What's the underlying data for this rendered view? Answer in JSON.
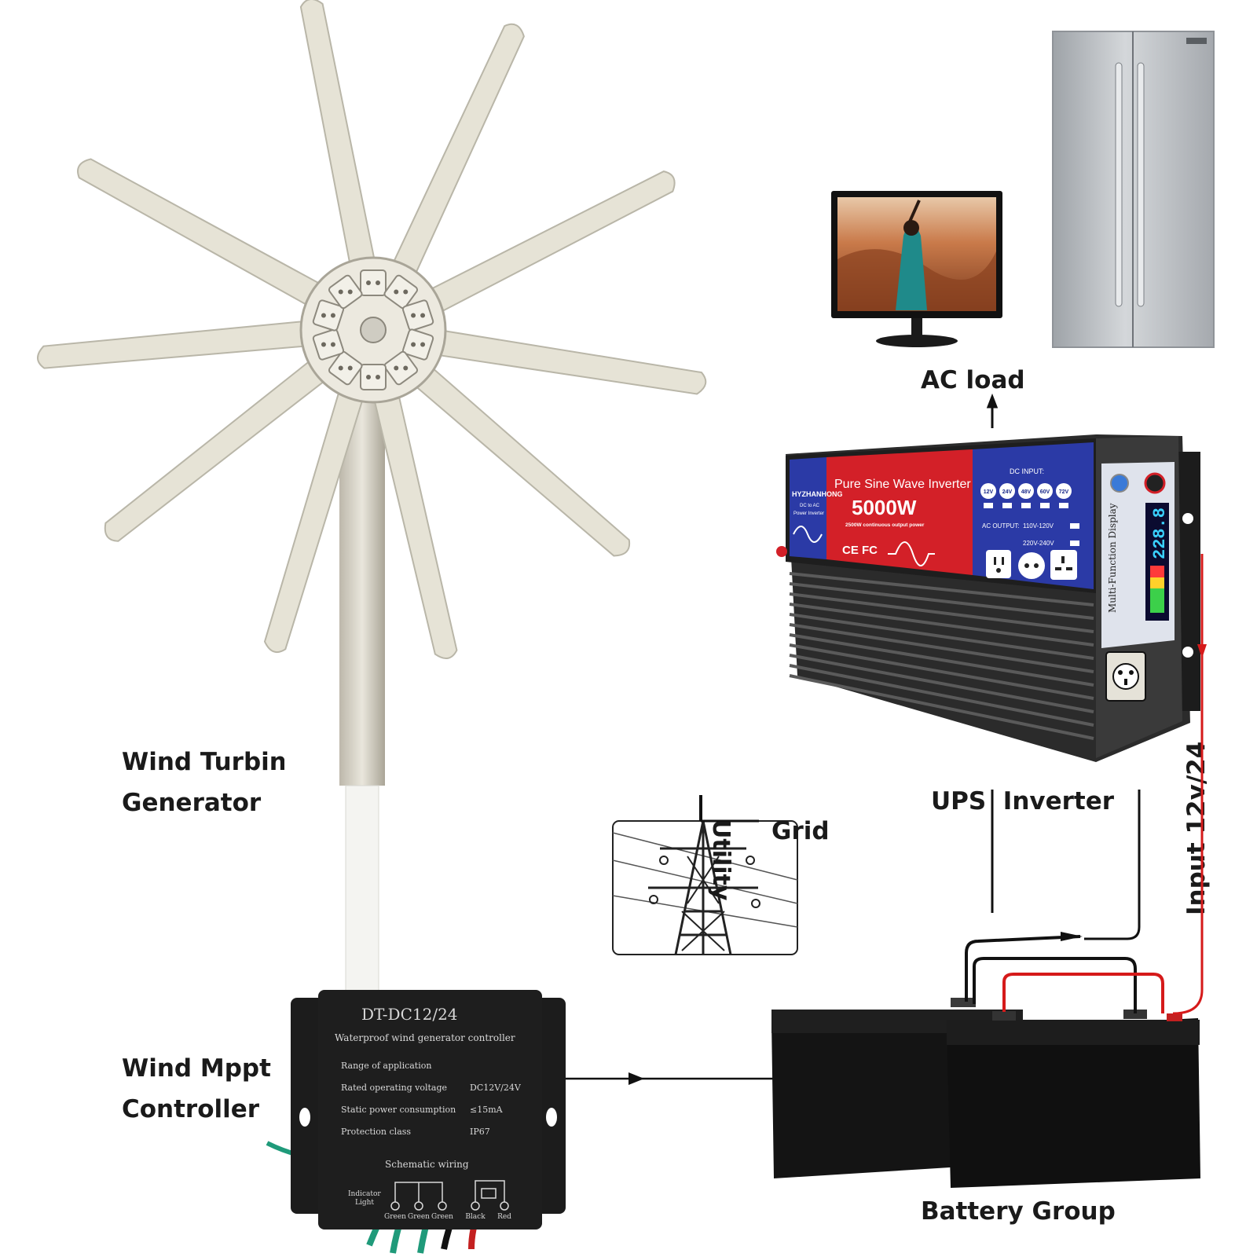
{
  "labels": {
    "wind_turbine_line1": "Wind Turbin",
    "wind_turbine_line2": "Generator",
    "mppt_line1": "Wind Mppt",
    "mppt_line2": "Controller",
    "ac_load": "AC load",
    "utility": "Utility",
    "grid": "Grid",
    "ups_inverter": "UPS  Inverter",
    "input_voltage": "Input 12v/24",
    "battery_group": "Battery Group"
  },
  "controller": {
    "model": "DT-DC12/24",
    "subtitle": "Waterproof wind generator controller",
    "spec_heading": "Range of application",
    "specs": [
      {
        "name": "Rated operating voltage",
        "value": "DC12V/24V"
      },
      {
        "name": "Static power consumption",
        "value": "≤15mA"
      },
      {
        "name": "Protection class",
        "value": "IP67"
      }
    ],
    "wiring_title": "Schematic wiring",
    "indicator_line1": "Indicator",
    "indicator_line2": "Light",
    "terminals": [
      "Green",
      "Green",
      "Green",
      "Black",
      "Red"
    ]
  },
  "inverter": {
    "brand": "HYZHANHONG",
    "brand_sub1": "DC to AC",
    "brand_sub2": "Power Inverter",
    "title": "Pure Sine Wave Inverter",
    "power": "5000W",
    "continuous": "2500W continuous output power",
    "certs": "CE FC",
    "dc_input_label": "DC INPUT:",
    "dc_inputs": [
      "12V",
      "24V",
      "48V",
      "60V",
      "72V"
    ],
    "ac_output_label": "AC OUTPUT:",
    "ac_output_1": "110V-120V",
    "ac_output_2": "220V-240V",
    "display_label": "Multi-Function Display",
    "display_value": "228.8"
  },
  "colors": {
    "blade": "#e6e3d6",
    "blade_edge": "#b9b6a8",
    "controller_body": "#1e1e1e",
    "inverter_red": "#d32028",
    "inverter_blue": "#2b3aa6",
    "battery": "#141414",
    "wire_red": "#d51a1a",
    "wire_black": "#1a1a1a",
    "wire_green": "#1f9a7a",
    "fridge": "#b8bcc0"
  },
  "icons": [
    "wind-turbine-icon",
    "monitor-icon",
    "fridge-icon",
    "power-tower-icon",
    "battery-icon",
    "sine-wave-icon",
    "ac-outlet-icon"
  ]
}
